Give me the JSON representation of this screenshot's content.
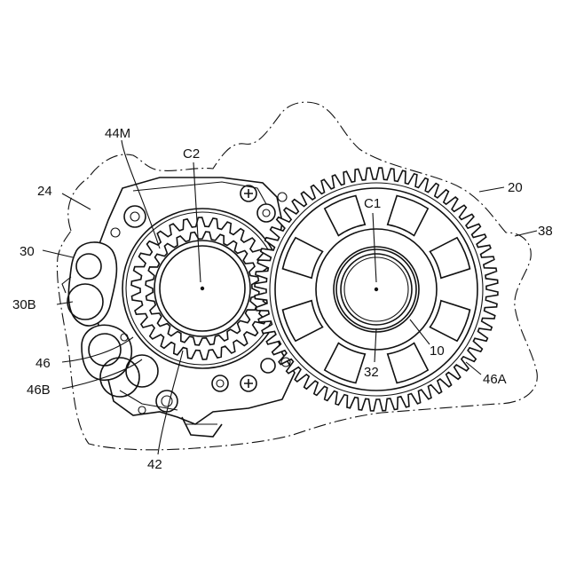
{
  "labels": {
    "l24": "24",
    "l44m": "44M",
    "lc2": "C2",
    "lc1": "C1",
    "l20": "20",
    "l38": "38",
    "l30": "30",
    "l30b": "30B",
    "l46": "46",
    "l46b": "46B",
    "l42": "42",
    "l32": "32",
    "l10": "10",
    "l46a": "46A"
  },
  "gears": {
    "large_gear_teeth": 64,
    "small_gear_outer_teeth": 30,
    "small_gear_inner_teeth": 24
  }
}
